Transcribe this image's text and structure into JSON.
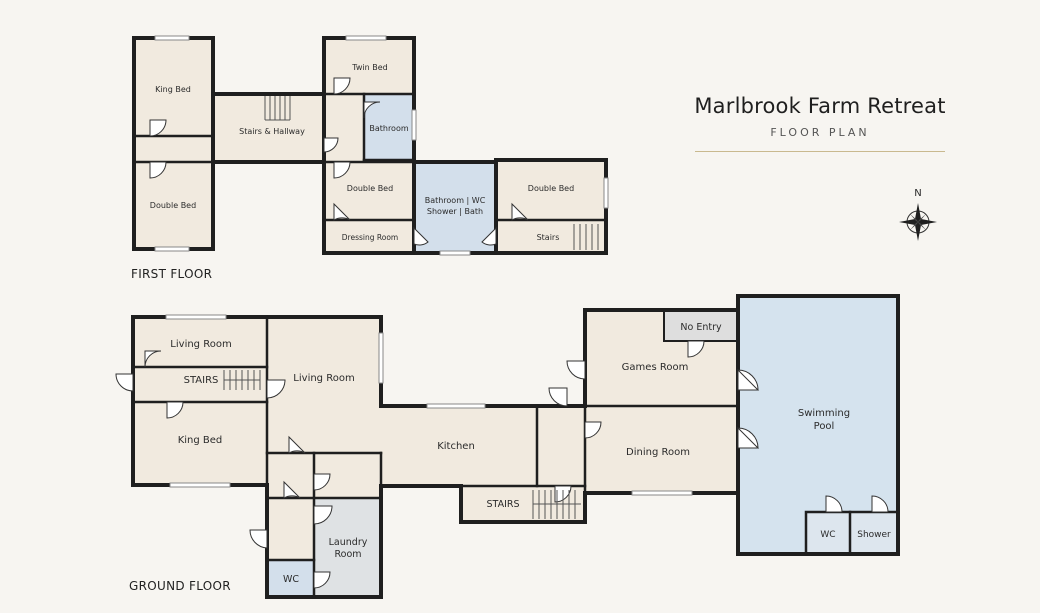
{
  "title": "Marlbrook Farm Retreat",
  "subtitle": "FLOOR PLAN",
  "compass": {
    "label": "N"
  },
  "floors": {
    "first_floor": {
      "label": "FIRST FLOOR",
      "rooms": {
        "king_bed": "King Bed",
        "stairs_hallway": "Stairs & Hallway",
        "twin_bed": "Twin Bed",
        "bathroom": "Bathroom",
        "double_bed_left": "Double Bed",
        "double_bed_mid": "Double Bed",
        "dressing_room": "Dressing Room",
        "bathroom_wc_1": "Bathroom | WC",
        "bathroom_wc_2": "Shower | Bath",
        "double_bed_right": "Double Bed",
        "stairs": "Stairs"
      }
    },
    "ground_floor": {
      "label": "GROUND FLOOR",
      "rooms": {
        "living_room_small": "Living Room",
        "stairs_left": "STAIRS",
        "living_room_large": "Living Room",
        "king_bed": "King Bed",
        "kitchen": "Kitchen",
        "stairs_bottom": "STAIRS",
        "laundry_1": "Laundry",
        "laundry_2": "Room",
        "wc": "WC",
        "no_entry": "No Entry",
        "games_room": "Games Room",
        "dining_room": "Dining Room",
        "pool_1": "Swimming",
        "pool_2": "Pool",
        "pool_wc": "WC",
        "shower": "Shower"
      }
    }
  },
  "colors": {
    "room_fill": "#f1eadf",
    "wet_fill": "#d3dfeb",
    "laundry_fill": "#dfe2e4",
    "no_entry_fill": "#dedede",
    "pool_fill": "#d5e3ee",
    "wall": "#1f1f1f",
    "accent_rule": "#c9b98f"
  }
}
